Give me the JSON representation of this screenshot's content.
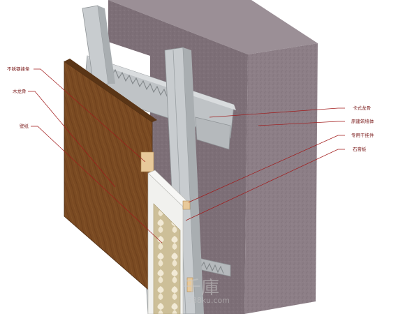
{
  "colors": {
    "masonry_front": "#8d7f87",
    "masonry_side": "#786a72",
    "masonry_top": "#9b8f96",
    "wood_panel": "#7a4a22",
    "wood_edge": "#5a3516",
    "keel_metal": "#bfc3c6",
    "leader_line": "#a11a1a",
    "label_text": "#7a1a1a",
    "gypsum_board": "#f1f1ee",
    "wallpaper": "#cdbf98"
  },
  "labels": {
    "stainless_hanger": "不锈钢挂条",
    "wood_keel": "木龙骨",
    "wall_panel": "壁纸",
    "clip_keel": "卡式龙骨",
    "masonry_wall": "原建筑墙体",
    "dedicated_hanger": "专用干挂件",
    "gypsum_board": "石膏板"
  },
  "watermark": {
    "brand": "千庫",
    "site": "588ku.com"
  }
}
